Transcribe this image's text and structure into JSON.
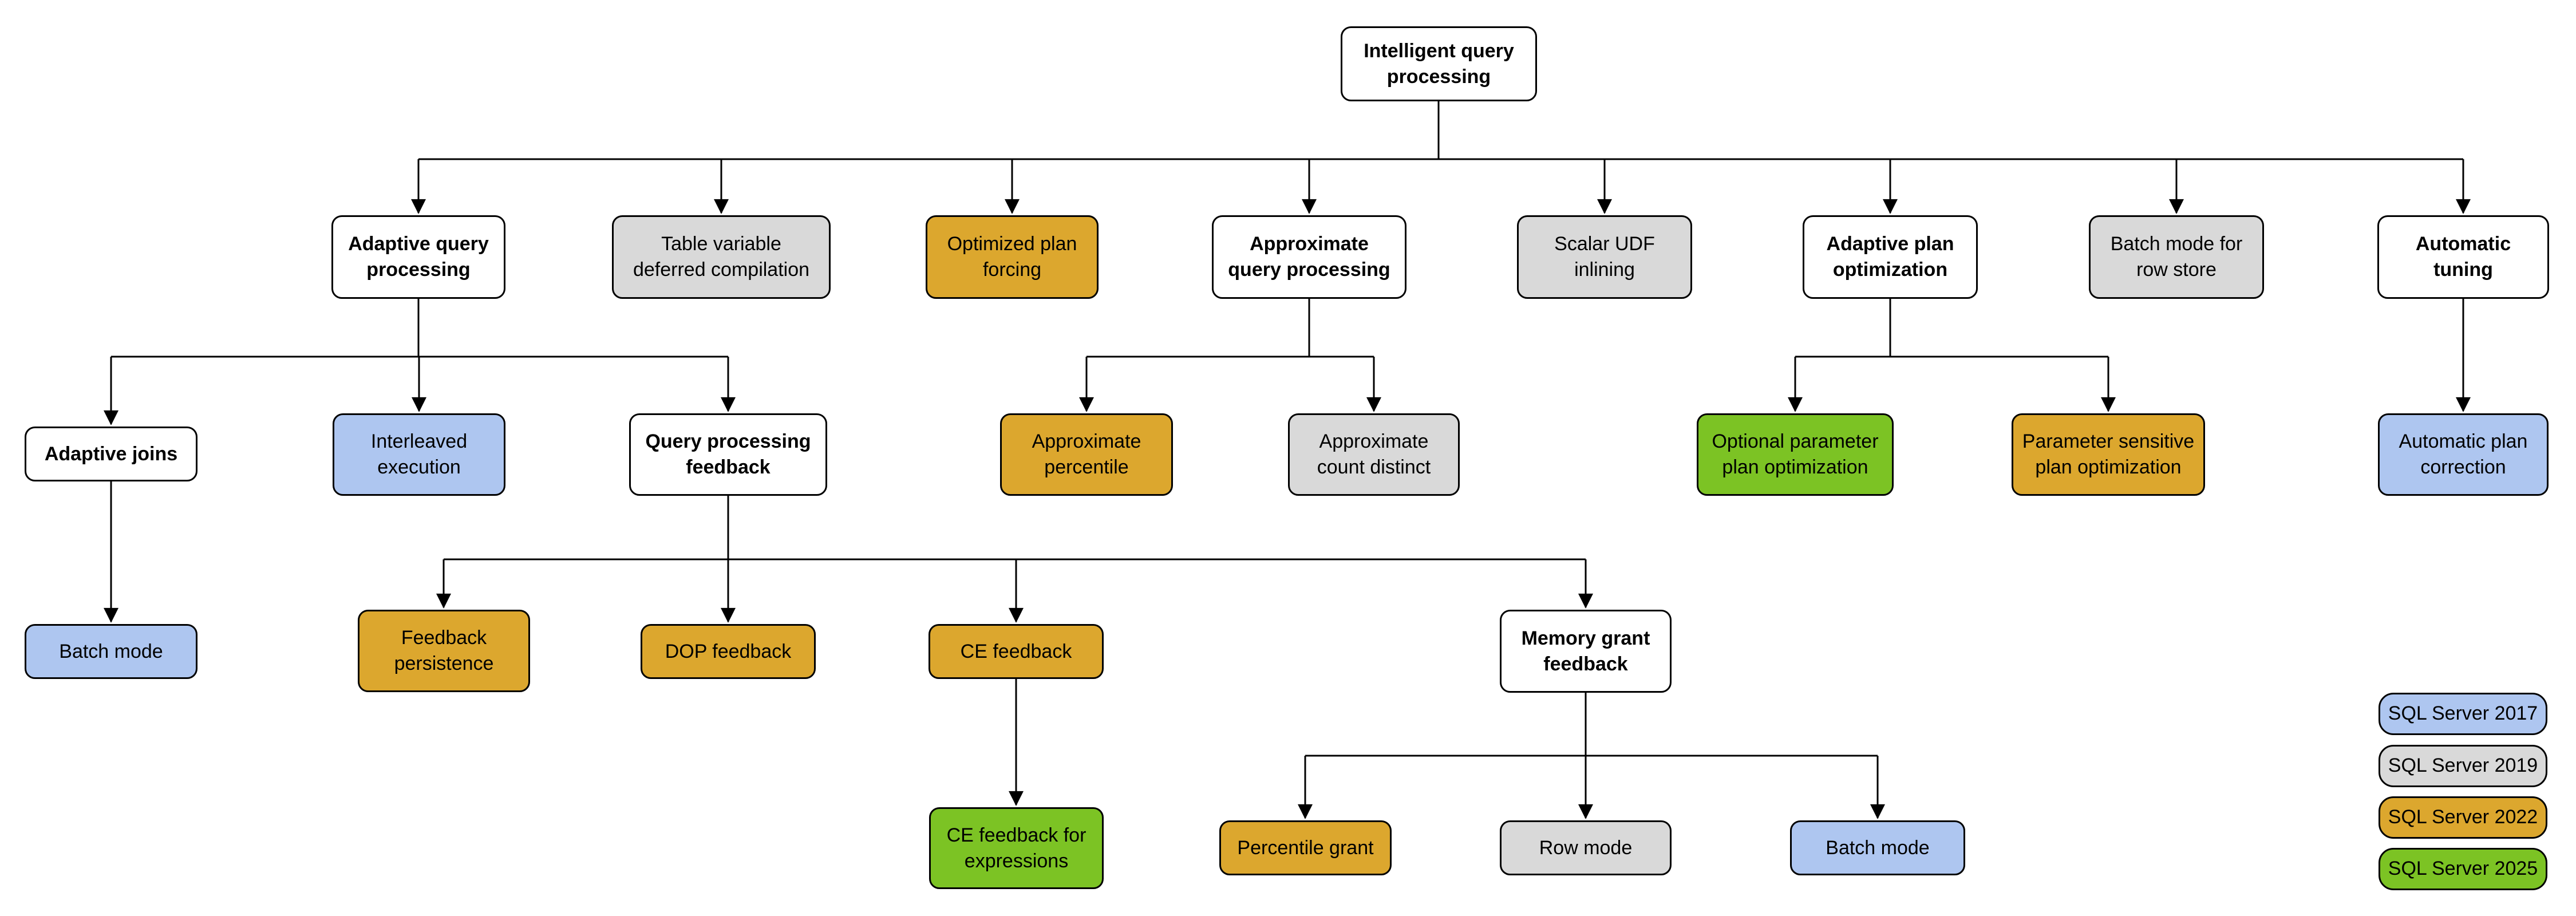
{
  "palette": {
    "base": "#ffffff",
    "v2017": "#aec6f0",
    "v2019": "#d9d9d9",
    "v2022": "#dca72e",
    "v2025": "#7cc324"
  },
  "line_color": "#000000",
  "nodes": {
    "root": {
      "label": "Intelligent query\nprocessing",
      "version": "base"
    },
    "adaptive_query_processing": {
      "label": "Adaptive query\nprocessing",
      "version": "base"
    },
    "table_variable_deferred_compilation": {
      "label": "Table variable\ndeferred compilation",
      "version": "v2019"
    },
    "optimized_plan_forcing": {
      "label": "Optimized plan\nforcing",
      "version": "v2022"
    },
    "approximate_query_processing": {
      "label": "Approximate\nquery processing",
      "version": "base"
    },
    "scalar_udf_inlining": {
      "label": "Scalar UDF\ninlining",
      "version": "v2019"
    },
    "adaptive_plan_optimization": {
      "label": "Adaptive plan\noptimization",
      "version": "base"
    },
    "batch_mode_row_store": {
      "label": "Batch mode for\nrow store",
      "version": "v2019"
    },
    "automatic_tuning": {
      "label": "Automatic\ntuning",
      "version": "base"
    },
    "adaptive_joins": {
      "label": "Adaptive joins",
      "version": "base"
    },
    "interleaved_execution": {
      "label": "Interleaved\nexecution",
      "version": "v2017"
    },
    "query_processing_feedback": {
      "label": "Query processing\nfeedback",
      "version": "base"
    },
    "approximate_percentile": {
      "label": "Approximate\npercentile",
      "version": "v2022"
    },
    "approximate_count_distinct": {
      "label": "Approximate\ncount distinct",
      "version": "v2019"
    },
    "optional_parameter_plan_optimization": {
      "label": "Optional parameter\nplan optimization",
      "version": "v2025"
    },
    "parameter_sensitive_plan_optimization": {
      "label": "Parameter sensitive\nplan optimization",
      "version": "v2022"
    },
    "automatic_plan_correction": {
      "label": "Automatic plan\ncorrection",
      "version": "v2017"
    },
    "batch_mode": {
      "label": "Batch mode",
      "version": "v2017"
    },
    "feedback_persistence": {
      "label": "Feedback\npersistence",
      "version": "v2022"
    },
    "dop_feedback": {
      "label": "DOP feedback",
      "version": "v2022"
    },
    "ce_feedback": {
      "label": "CE feedback",
      "version": "v2022"
    },
    "memory_grant_feedback": {
      "label": "Memory grant\nfeedback",
      "version": "base"
    },
    "ce_feedback_for_expressions": {
      "label": "CE feedback for\nexpressions",
      "version": "v2025"
    },
    "percentile_grant": {
      "label": "Percentile grant",
      "version": "v2022"
    },
    "row_mode": {
      "label": "Row mode",
      "version": "v2019"
    },
    "batch_mode_2": {
      "label": "Batch mode",
      "version": "v2017"
    }
  },
  "legend": {
    "items": [
      {
        "label": "SQL Server 2017",
        "version": "v2017"
      },
      {
        "label": "SQL Server 2019",
        "version": "v2019"
      },
      {
        "label": "SQL Server 2022",
        "version": "v2022"
      },
      {
        "label": "SQL Server 2025",
        "version": "v2025"
      }
    ]
  }
}
